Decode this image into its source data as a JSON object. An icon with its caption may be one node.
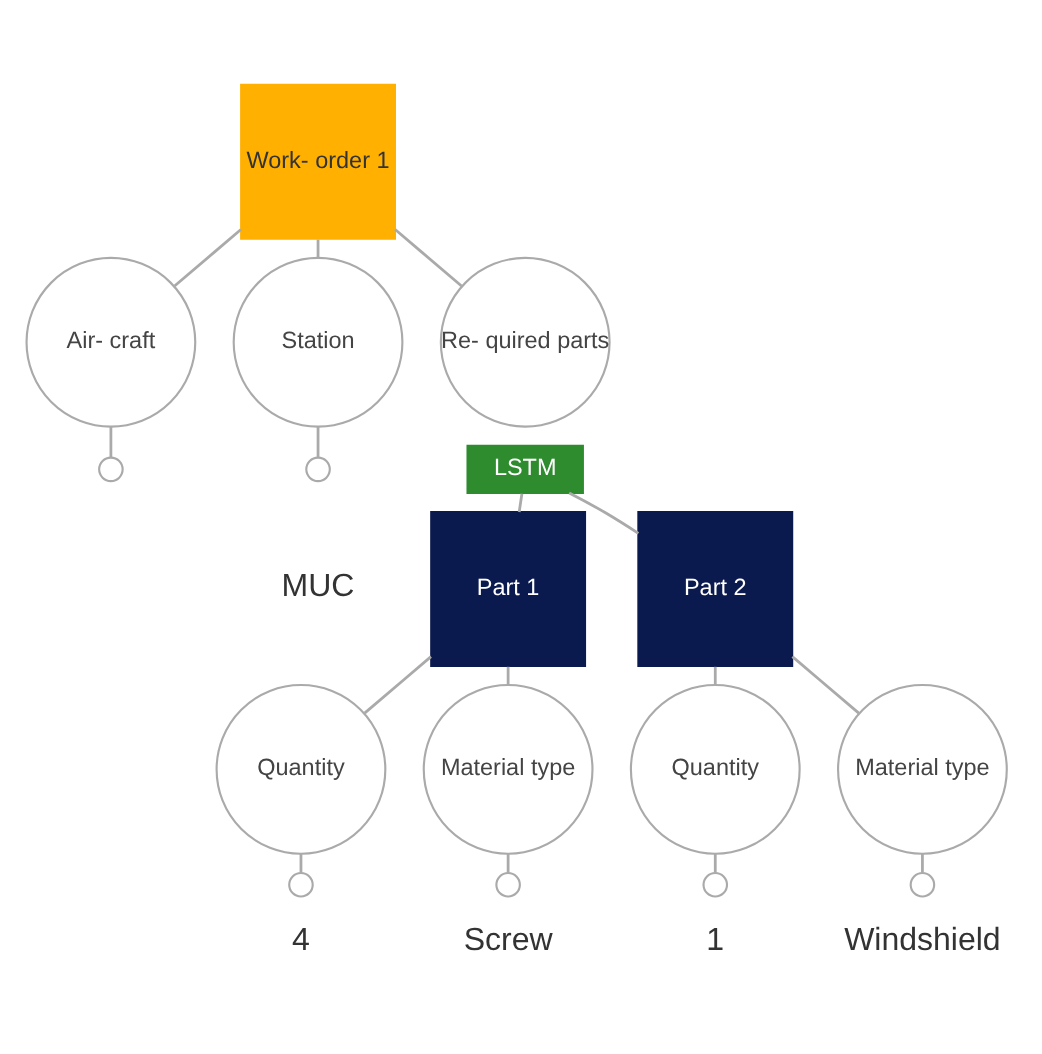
{
  "diagram": {
    "nodes": [
      {
        "text": [
          "Work- order 1"
        ]
      },
      {
        "text": [
          "Air- craft"
        ]
      },
      {
        "text": [
          "Station"
        ]
      },
      {
        "text": [
          "Re- quired parts"
        ]
      },
      {
        "text": [
          "LSTM"
        ]
      },
      {
        "text": [
          "Part 1"
        ]
      },
      {
        "text": [
          "Part 2"
        ]
      },
      {
        "text": [
          "Quantity"
        ]
      },
      {
        "text": [
          "Material type"
        ]
      },
      {
        "text": [
          "Quantity"
        ]
      },
      {
        "text": [
          "Material type"
        ]
      },
      {
        "text": [],
        "shape": "circle"
      },
      {
        "text": [],
        "shape": "circle",
        "beside": [
          "MUC"
        ]
      },
      {
        "text": [],
        "shape": "circle",
        "beside": [
          "4"
        ]
      },
      {
        "text": [],
        "shape": "circle",
        "beside": [
          "Screw"
        ]
      },
      {
        "text": [],
        "shape": "circle",
        "beside": [
          "1"
        ]
      },
      {
        "text": [],
        "shape": "circle",
        "beside": [
          "Windshield"
        ]
      }
    ],
    "edges": [
      {
        "from": 0,
        "to": 1,
        "arrow": "none"
      },
      {
        "from": 0,
        "to": 2,
        "arrow": "none"
      },
      {
        "from": 0,
        "to": 3,
        "arrow": "none"
      },
      {
        "from": 4,
        "to": 5,
        "arrow": "none"
      },
      {
        "from": 4,
        "to": 6,
        "arrow": "none"
      },
      {
        "from": 5,
        "to": 7,
        "arrow": "none"
      },
      {
        "from": 5,
        "to": 8,
        "arrow": "none"
      },
      {
        "from": 6,
        "to": 9,
        "arrow": "none"
      },
      {
        "from": 6,
        "to": 10,
        "arrow": "none"
      },
      {
        "from": 1,
        "to": 11,
        "arrow": "none"
      },
      {
        "from": 2,
        "to": 12,
        "arrow": "none"
      },
      {
        "from": 7,
        "to": 13,
        "arrow": "none"
      },
      {
        "from": 8,
        "to": 14,
        "arrow": "none"
      },
      {
        "from": 9,
        "to": 15,
        "arrow": "none"
      },
      {
        "from": 10,
        "to": 16,
        "arrow": "none"
      }
    ]
  }
}
